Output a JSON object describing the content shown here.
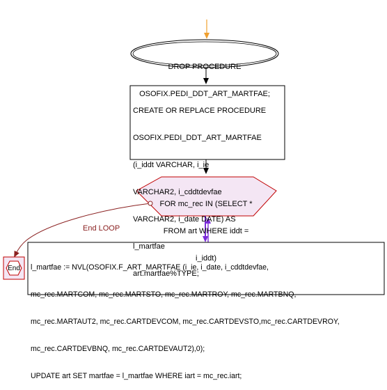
{
  "colors": {
    "entry_arrow": "#f0a030",
    "node_border": "#000000",
    "loop_border": "#c00000",
    "loop_fill": "#f4e6f4",
    "loop_back": "#8a2020",
    "loop_label": "#8a2020",
    "connector": "#000000",
    "loop_link": "#7a2bd8"
  },
  "nodes": {
    "drop": {
      "lines": [
        "DROP PROCEDURE",
        "OSOFIX.PEDI_DDT_ART_MARTFAE;"
      ]
    },
    "create": {
      "lines": [
        "CREATE OR REPLACE PROCEDURE",
        "OSOFIX.PEDI_DDT_ART_MARTFAE",
        "(i_iddt VARCHAR, i_ie",
        "VARCHAR2, i_cddtdevfae",
        "VARCHAR2, i_date DATE) AS",
        "l_martfae",
        "art.martfae%TYPE;"
      ]
    },
    "loop": {
      "lines": [
        "FOR mc_rec IN (SELECT *",
        "FROM art WHERE iddt =",
        "i_iddt)"
      ]
    },
    "body": {
      "lines": [
        "l_martfae := NVL(OSOFIX.F_ART_MARTFAE (i_ie, i_date, i_cddtdevfae,",
        "mc_rec.MARTCOM, mc_rec.MARTSTO, mc_rec.MARTROY, mc_rec.MARTBNQ,",
        "mc_rec.MARTAUT2, mc_rec.CARTDEVCOM, mc_rec.CARTDEVSTO,mc_rec.CARTDEVROY,",
        "mc_rec.CARTDEVBNQ, mc_rec.CARTDEVAUT2),0);",
        "UPDATE art SET martfae = l_martfae WHERE iart = mc_rec.iart;"
      ]
    },
    "end": {
      "label": "End"
    }
  },
  "edges": {
    "loop_back_label": "End LOOP"
  }
}
